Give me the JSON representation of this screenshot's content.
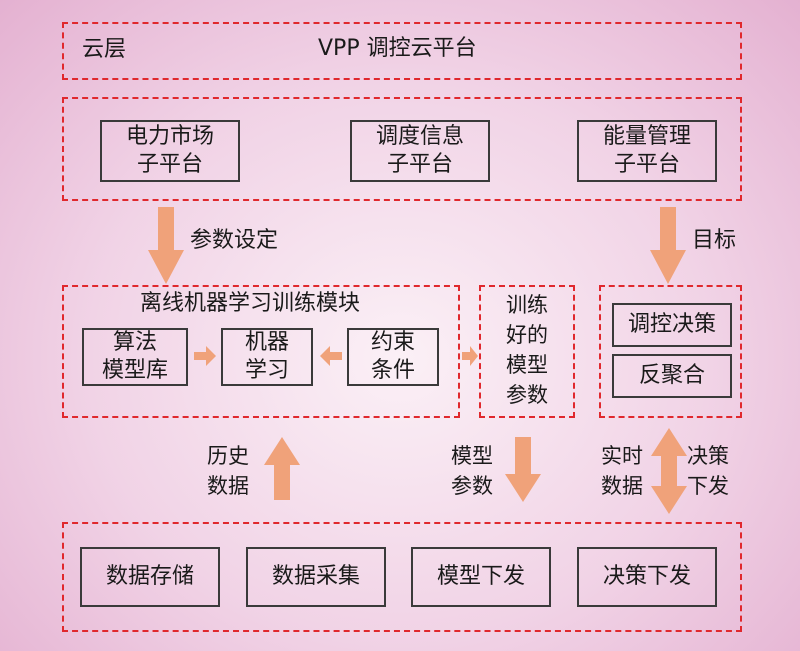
{
  "cloud": {
    "label": "云层",
    "title": "VPP 调控云平台"
  },
  "subplatforms": [
    "电力市场\n子平台",
    "调度信息\n子平台",
    "能量管理\n子平台"
  ],
  "arrow_labels": {
    "params_setting": "参数设定",
    "target": "目标",
    "history_data": "历史\n数据",
    "model_params": "模型\n参数",
    "realtime_data": "实时\n数据",
    "decision_issue": "决策\n下发"
  },
  "offline": {
    "title": "离线机器学习训练模块",
    "algo_lib": "算法\n模型库",
    "ml": "机器\n学习",
    "constraints": "约束\n条件"
  },
  "trained": "训练\n好的\n模型\n参数",
  "control": {
    "decision": "调控决策",
    "deagg": "反聚合"
  },
  "bottom": [
    "数据存储",
    "数据采集",
    "模型下发",
    "决策下发"
  ],
  "colors": {
    "dash_border": "#e0282d",
    "arrow": "#f0a27a",
    "box_border": "#3a3a3a"
  }
}
